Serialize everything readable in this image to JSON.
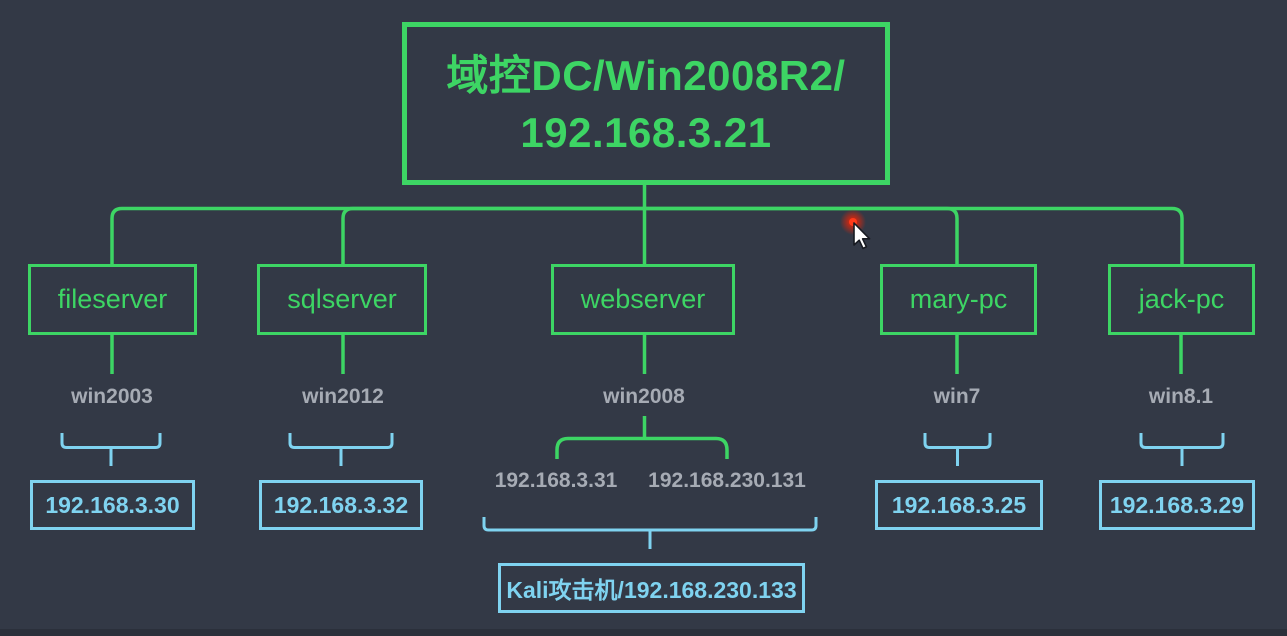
{
  "colors": {
    "background": "#333946",
    "accent_green": "#3dd564",
    "accent_cyan": "#7fd3f0",
    "label_gray": "#a6abb4",
    "click_indicator_red": "#ff2200"
  },
  "diagram": {
    "root": {
      "title_line1": "域控DC/Win2008R2/",
      "title_line2": "192.168.3.21"
    },
    "hosts": [
      {
        "name": "fileserver",
        "os": "win2003",
        "ips": [
          "192.168.3.30"
        ]
      },
      {
        "name": "sqlserver",
        "os": "win2012",
        "ips": [
          "192.168.3.32"
        ]
      },
      {
        "name": "webserver",
        "os": "win2008",
        "ips": [
          "192.168.3.31",
          "192.168.230.131"
        ]
      },
      {
        "name": "mary-pc",
        "os": "win7",
        "ips": [
          "192.168.3.25"
        ]
      },
      {
        "name": "jack-pc",
        "os": "win8.1",
        "ips": [
          "192.168.3.29"
        ]
      }
    ],
    "attacker": {
      "label": "Kali攻击机/192.168.230.133"
    }
  }
}
